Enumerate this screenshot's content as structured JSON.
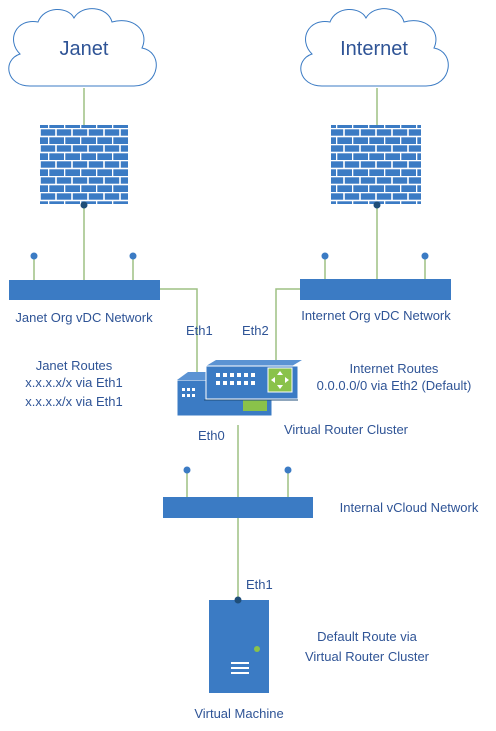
{
  "clouds": {
    "janet": "Janet",
    "internet": "Internet"
  },
  "networks": {
    "janet_org": "Janet Org vDC Network",
    "internet_org": "Internet Org vDC Network",
    "internal": "Internal vCloud Network"
  },
  "interfaces": {
    "eth1_upper": "Eth1",
    "eth2": "Eth2",
    "eth0": "Eth0",
    "eth1_vm": "Eth1"
  },
  "janet_routes": {
    "title": "Janet Routes",
    "lines": [
      "x.x.x.x/x via Eth1",
      "x.x.x.x/x via Eth1"
    ]
  },
  "internet_routes": {
    "title": "Internet Routes",
    "lines": [
      "0.0.0.0/0 via Eth2 (Default)"
    ]
  },
  "router_cluster": {
    "label": "Virtual Router Cluster"
  },
  "vm": {
    "label": "Virtual Machine",
    "route_lines": [
      "Default Route via",
      "Virtual Router Cluster"
    ]
  },
  "colors": {
    "blue": "#3b7bc4",
    "green": "#9dc183",
    "text": "#2f5496",
    "dark_blue": "#1f4e79",
    "router_green": "#8ac24a"
  }
}
